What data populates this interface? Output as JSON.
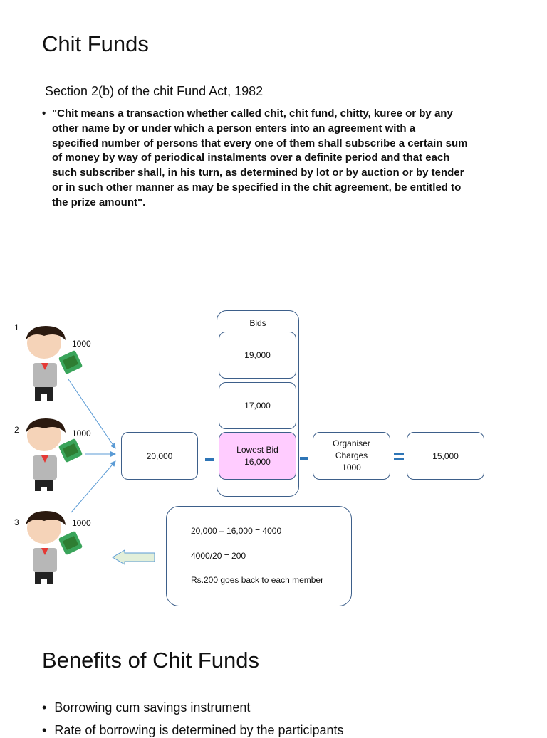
{
  "page": {
    "title": "Chit Funds",
    "section_heading": "Section 2(b) of the chit Fund Act, 1982",
    "definition": "\"Chit means a transaction whether called chit, chit fund, chitty, kuree or by any\nother name by or under which a person enters into an agreement with a\nspecified number of persons that every one of them shall subscribe a certain sum\nof money  by way of periodical instalments over a definite period and that each\nsuch subscriber shall, in his turn, as determined by lot or by auction or by tender\nor in such other manner as may be specified in the chit agreement, be entitled to\nthe prize amount\".",
    "bullet": "•"
  },
  "diagram": {
    "members": [
      {
        "number": "1",
        "amount": "1000"
      },
      {
        "number": "2",
        "amount": "1000"
      },
      {
        "number": "3",
        "amount": "1000"
      }
    ],
    "pool_total": "20,000",
    "bids_heading": "Bids",
    "bids": [
      "19,000",
      "17,000"
    ],
    "lowest_bid_label": "Lowest Bid",
    "lowest_bid_value": "16,000",
    "organiser_line1": "Organiser",
    "organiser_line2": "Charges",
    "organiser_value": "1000",
    "result": "15,000",
    "calc_lines": [
      "20,000 – 16,000 = 4000",
      "4000/20 = 200",
      "Rs.200 goes back to each member"
    ],
    "colors": {
      "box_border": "#3d5f8a",
      "highlight": "#ffccff",
      "operator": "#2e75b6",
      "arrow_line": "#5b9bd5",
      "return_arrow": "#e2efda"
    }
  },
  "benefits": {
    "title": "Benefits of Chit Funds",
    "items": [
      "Borrowing cum savings instrument",
      "Rate of borrowing is determined by the participants"
    ]
  }
}
